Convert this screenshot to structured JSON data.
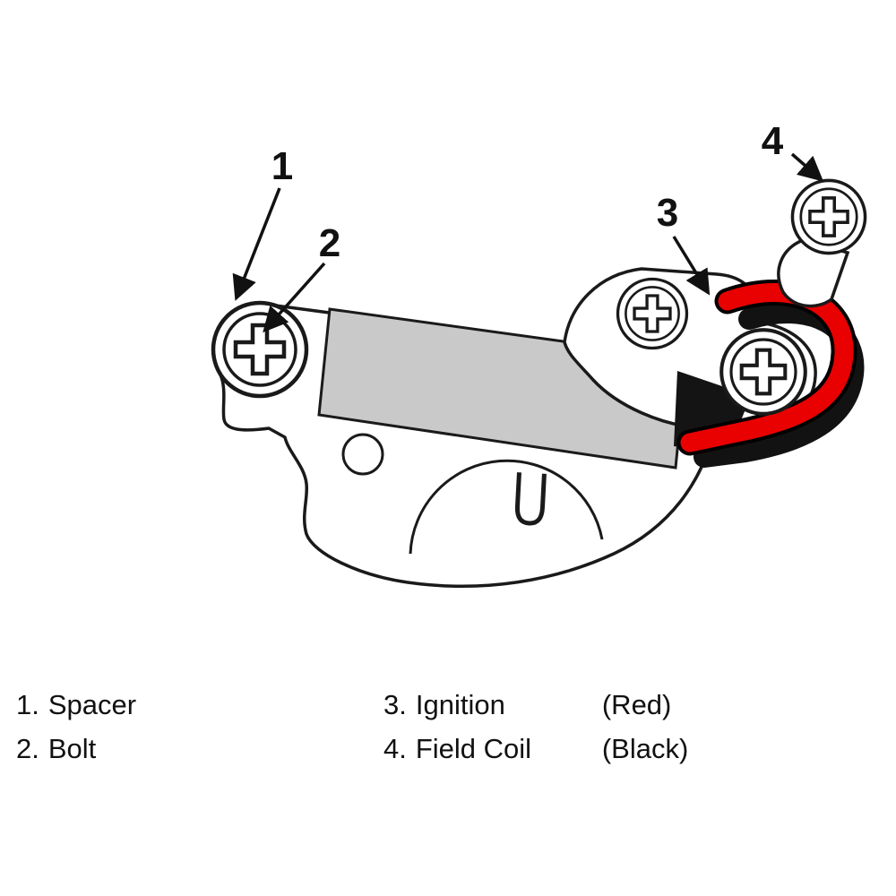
{
  "diagram": {
    "description": "Exploded parts diagram of a regulator bracket with screws and wires",
    "callouts": [
      {
        "num": "1"
      },
      {
        "num": "2"
      },
      {
        "num": "3"
      },
      {
        "num": "4"
      }
    ]
  },
  "legend": {
    "items": [
      {
        "num": "1.",
        "label": "Spacer",
        "note": ""
      },
      {
        "num": "2.",
        "label": "Bolt",
        "note": ""
      },
      {
        "num": "3.",
        "label": "Ignition",
        "note": "(Red)"
      },
      {
        "num": "4.",
        "label": "Field Coil",
        "note": "(Black)"
      }
    ]
  },
  "colors": {
    "wire_red": "#e90000",
    "wire_black": "#121212",
    "component_gray": "#c9c9c9",
    "line": "#1a1a1a"
  }
}
